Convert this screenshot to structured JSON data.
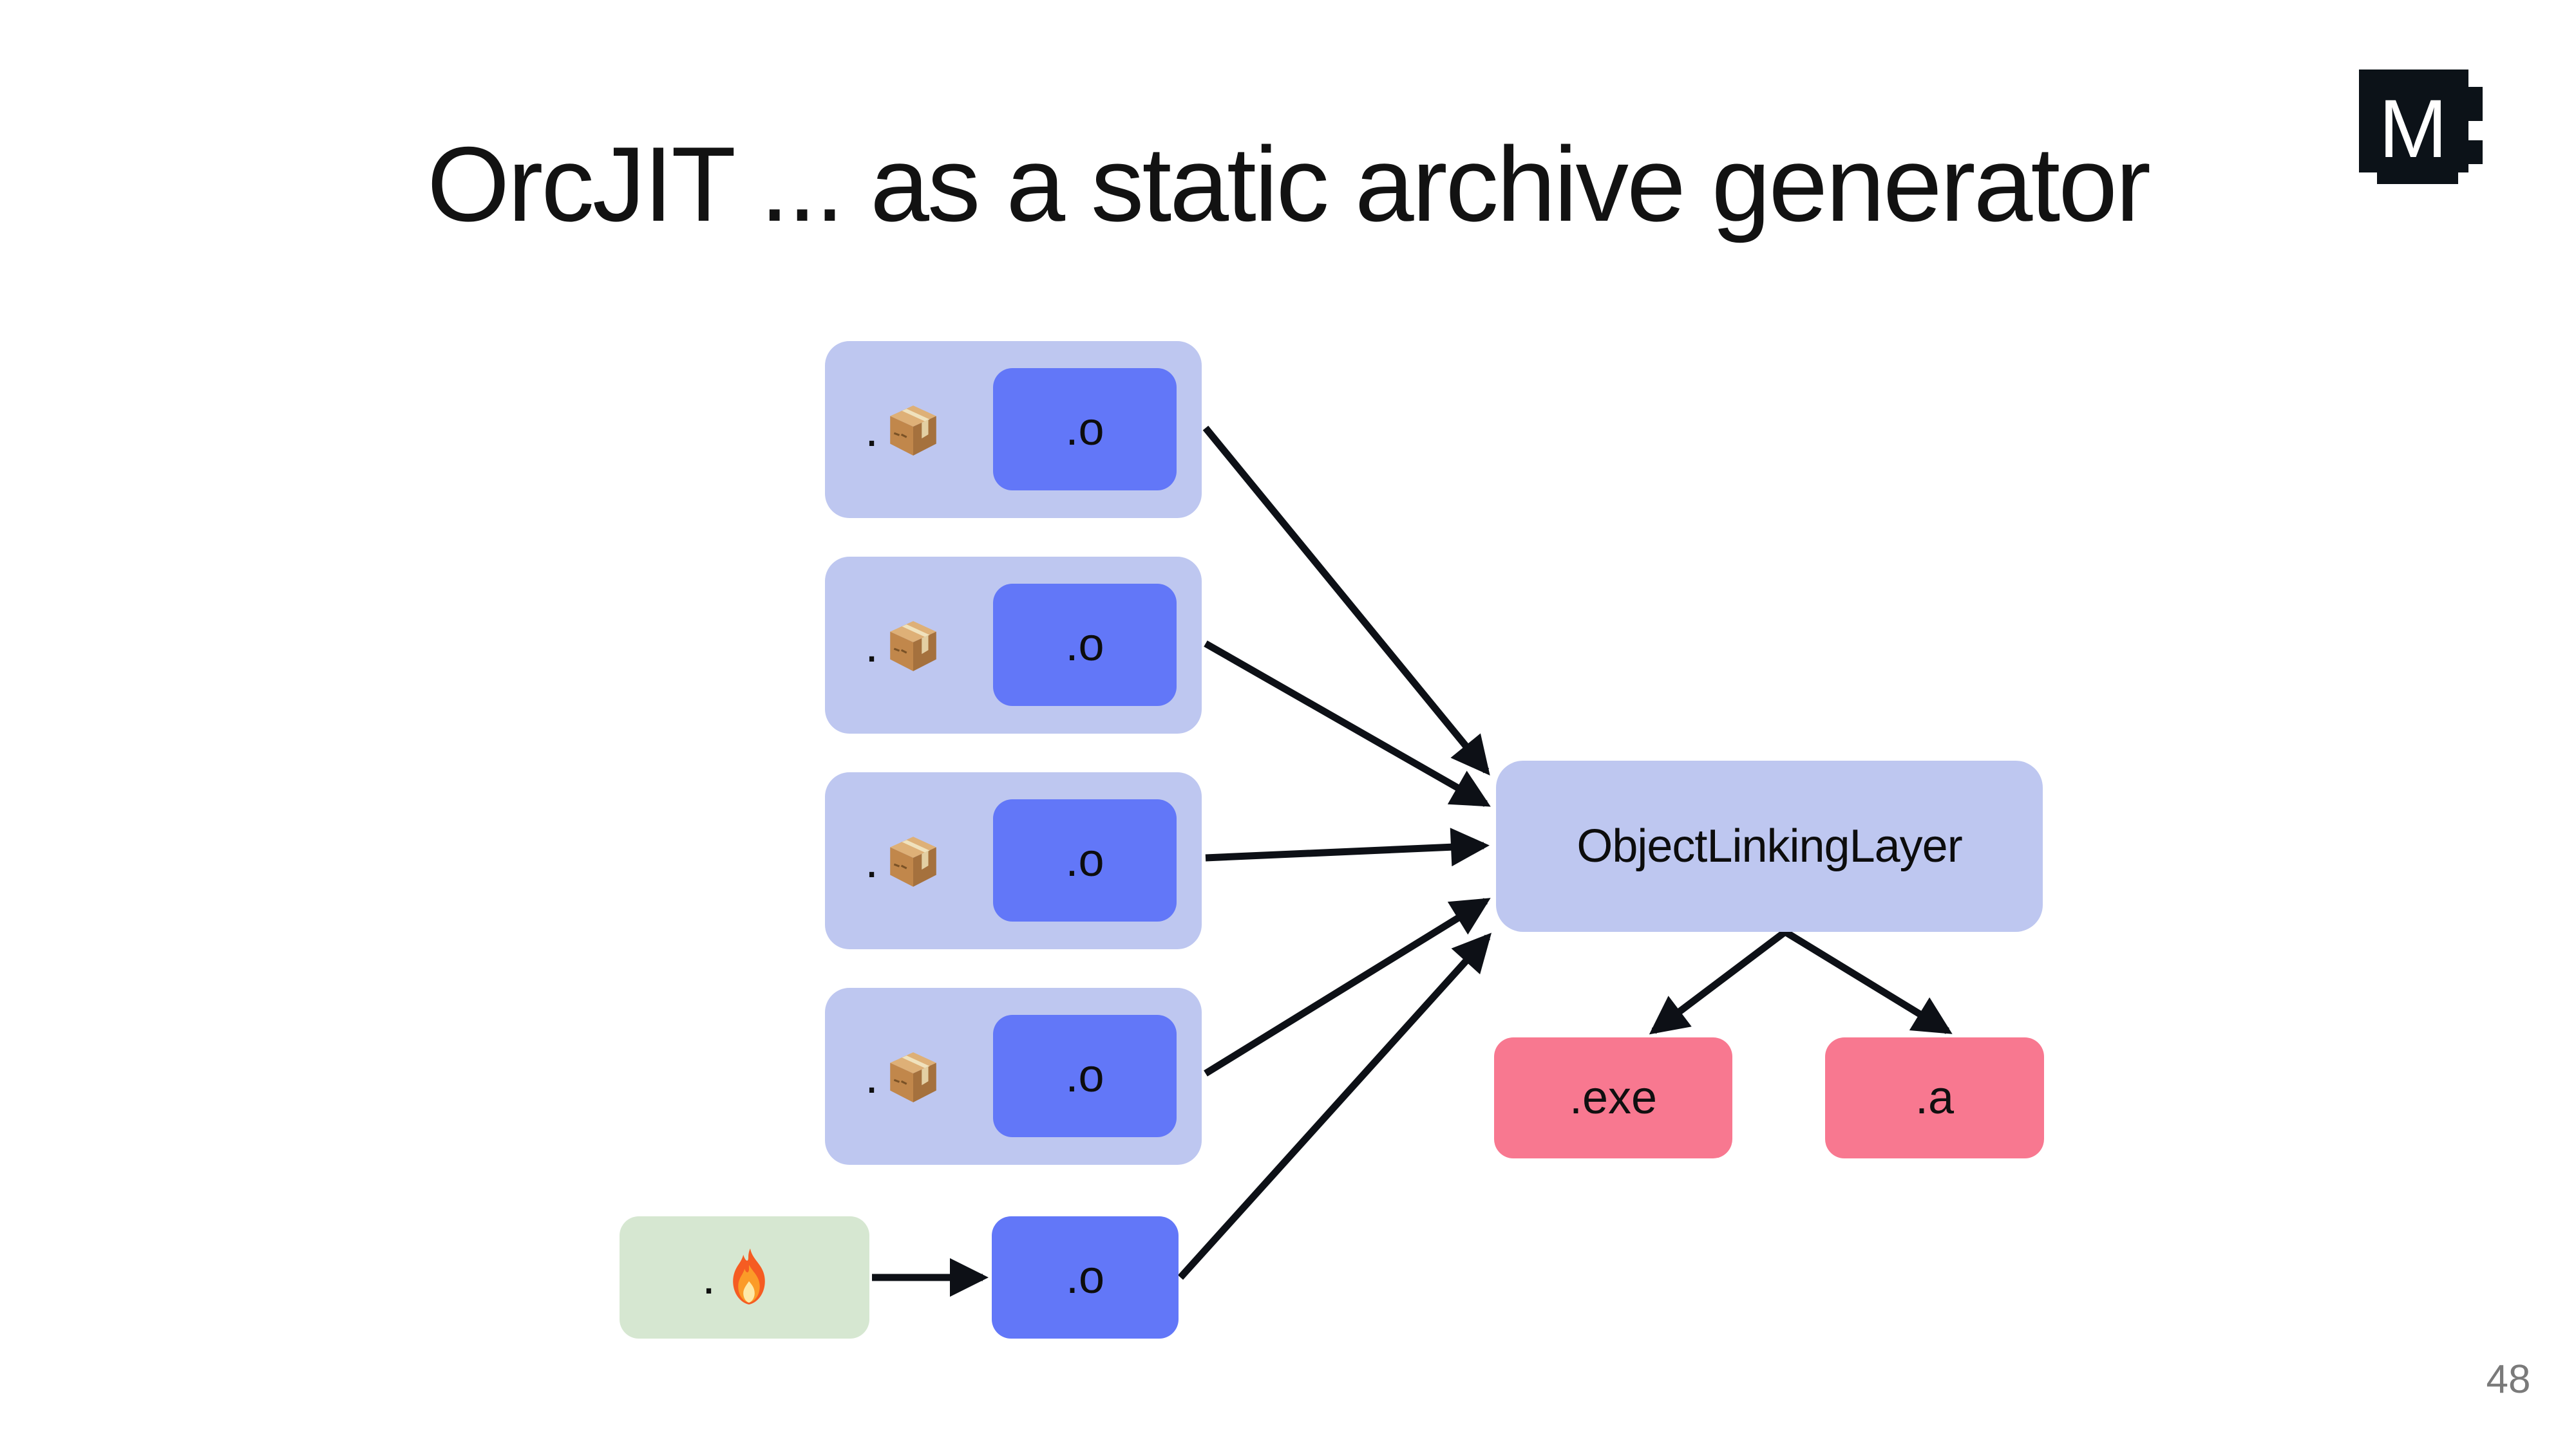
{
  "slide": {
    "title": "OrcJIT ... as a static archive generator",
    "page_number": "48"
  },
  "logo": {
    "letter": "M",
    "background_color": "#0c1218",
    "letter_color": "#ffffff"
  },
  "colors": {
    "row_container": "#bec7f0",
    "object_chip": "#6277f8",
    "linker_box": "#bec7f0",
    "output_box": "#f87890",
    "mojo_source_box": "#d6e7d1",
    "arrow": "#0d1016",
    "title_text": "#121212",
    "page_number_text": "#7a7a7a"
  },
  "diagram": {
    "source_rows": [
      {
        "prefix": ".",
        "icon": "package-icon",
        "object_label": ".o"
      },
      {
        "prefix": ".",
        "icon": "package-icon",
        "object_label": ".o"
      },
      {
        "prefix": ".",
        "icon": "package-icon",
        "object_label": ".o"
      },
      {
        "prefix": ".",
        "icon": "package-icon",
        "object_label": ".o"
      }
    ],
    "mojo_row": {
      "prefix": ".",
      "icon": "fire-icon",
      "object_label": ".o"
    },
    "linker": {
      "label": "ObjectLinkingLayer"
    },
    "outputs": [
      {
        "label": ".exe"
      },
      {
        "label": ".a"
      }
    ]
  }
}
